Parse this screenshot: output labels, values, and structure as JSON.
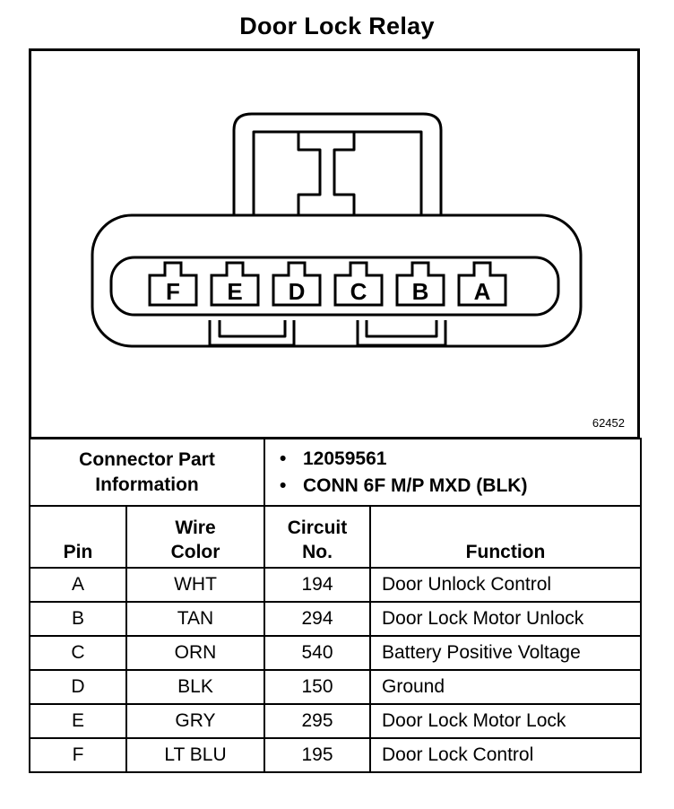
{
  "title": "Door Lock Relay",
  "figure_id": "62452",
  "connector": {
    "pins": [
      "F",
      "E",
      "D",
      "C",
      "B",
      "A"
    ]
  },
  "part_info": {
    "label_line1": "Connector Part",
    "label_line2": "Information",
    "items": [
      "12059561",
      "CONN 6F M/P MXD (BLK)"
    ]
  },
  "columns": {
    "pin": "Pin",
    "wire_color_line1": "Wire",
    "wire_color_line2": "Color",
    "circuit_line1": "Circuit",
    "circuit_line2": "No.",
    "function": "Function"
  },
  "rows": [
    {
      "pin": "A",
      "wire": "WHT",
      "circuit": "194",
      "function": "Door Unlock Control"
    },
    {
      "pin": "B",
      "wire": "TAN",
      "circuit": "294",
      "function": "Door Lock Motor Unlock"
    },
    {
      "pin": "C",
      "wire": "ORN",
      "circuit": "540",
      "function": "Battery Positive Voltage"
    },
    {
      "pin": "D",
      "wire": "BLK",
      "circuit": "150",
      "function": "Ground"
    },
    {
      "pin": "E",
      "wire": "GRY",
      "circuit": "295",
      "function": "Door Lock Motor Lock"
    },
    {
      "pin": "F",
      "wire": "LT BLU",
      "circuit": "195",
      "function": "Door Lock Control"
    }
  ]
}
